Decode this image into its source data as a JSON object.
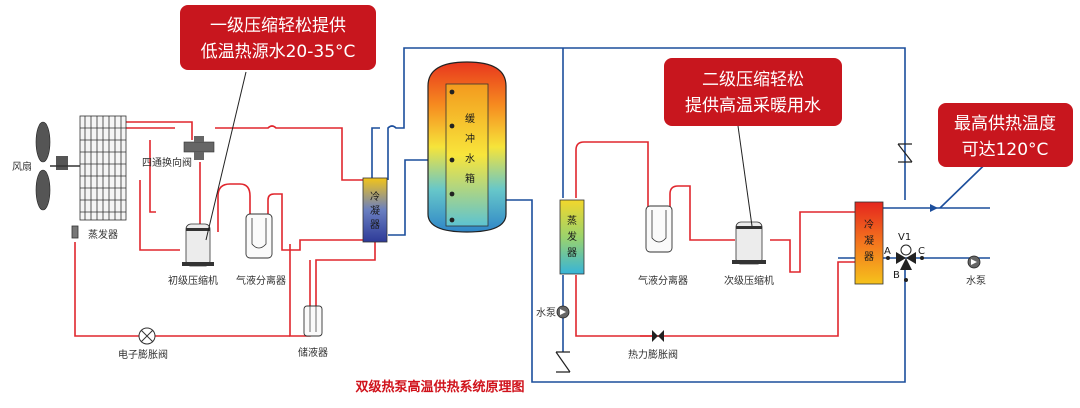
{
  "title": "双级热泵高温供热系统原理图",
  "callouts": {
    "stage1": [
      "一级压缩轻松提供",
      "低温热源水20-35°C"
    ],
    "stage2": [
      "二级压缩轻松",
      "提供高温采暖用水"
    ],
    "max_temp": [
      "最高供热温度",
      "可达120°C"
    ]
  },
  "labels": {
    "fan": "风扇",
    "evaporator": "蒸发器",
    "four_way_valve": "四通换向阀",
    "primary_compressor": "初级压缩机",
    "gas_liquid_separator_1": "气液分离器",
    "receiver": "储液器",
    "electronic_expansion_valve": "电子膨胀阀",
    "condenser_1": [
      "冷",
      "凝",
      "器"
    ],
    "buffer_tank": [
      "缓",
      "冲",
      "水",
      "箱"
    ],
    "evaporator_2": [
      "蒸",
      "发",
      "器"
    ],
    "water_pump_1": "水泵",
    "gas_liquid_separator_2": "气液分离器",
    "secondary_compressor": "次级压缩机",
    "thermal_expansion_valve": "热力膨胀阀",
    "condenser_2": [
      "冷",
      "凝",
      "器"
    ],
    "three_way_valve": "V1",
    "port_a": "A",
    "port_b": "B",
    "port_c": "C",
    "water_pump_2": "水泵"
  },
  "colors": {
    "refrigerant_pipe": "#e0262d",
    "water_pipe": "#1c4e9c",
    "callout_bg": "#c8161e",
    "title": "#d0121b"
  }
}
